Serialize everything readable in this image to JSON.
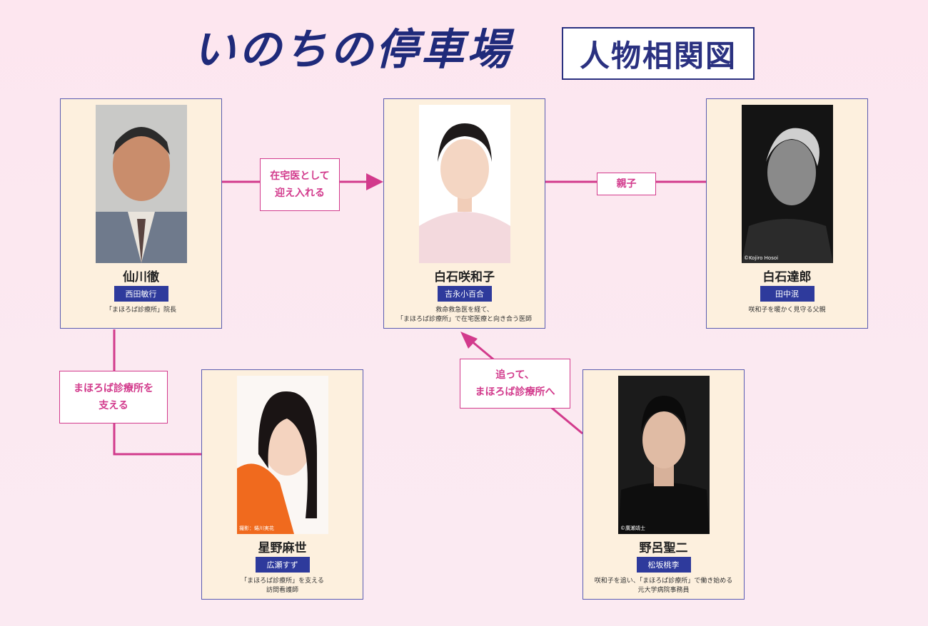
{
  "logo": {
    "text": "いのちの停車場"
  },
  "title": "人物相関図",
  "characters": [
    {
      "name": "仙川徹",
      "actor": "西田敏行",
      "desc_lines": [
        "「まほろば診療所」院長"
      ],
      "credit": ""
    },
    {
      "name": "白石咲和子",
      "actor": "吉永小百合",
      "desc_lines": [
        "救命救急医を経て、",
        "「まほろば診療所」で在宅医療と向き合う医師"
      ],
      "credit": ""
    },
    {
      "name": "白石達郎",
      "actor": "田中泯",
      "desc_lines": [
        "咲和子を暖かく見守る父親"
      ],
      "credit": "©Kojiro Hosoi"
    },
    {
      "name": "星野麻世",
      "actor": "広瀬すず",
      "desc_lines": [
        "「まほろば診療所」を支える",
        "訪問看護師"
      ],
      "credit": "撮影：蜷川実花"
    },
    {
      "name": "野呂聖二",
      "actor": "松坂桃李",
      "desc_lines": [
        "咲和子を追い、「まほろば診療所」で働き始める",
        "元大学病院事務員"
      ],
      "credit": "©廣瀬靖士"
    }
  ],
  "relations": {
    "r1": [
      "在宅医として",
      "迎え入れる"
    ],
    "r2": [
      "親子"
    ],
    "r3": [
      "まほろば診療所を",
      "支える"
    ],
    "r4": [
      "追って、",
      "まほろば診療所へ"
    ]
  },
  "colors": {
    "accent": "#d23a8c",
    "navy": "#2e3a9c",
    "card": "#fdf0de"
  }
}
